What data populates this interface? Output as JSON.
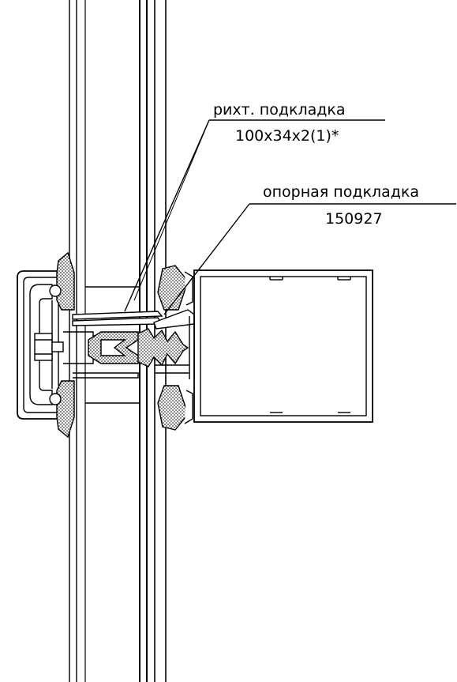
{
  "annotations": {
    "shim_label": "рихт. подкладка",
    "shim_size": "100x34x2(1)*",
    "support_label": "опорная подкладка",
    "support_code": "150927"
  },
  "colors": {
    "line": "#000000",
    "background": "#ffffff",
    "gasket_hatch": "#000000"
  }
}
